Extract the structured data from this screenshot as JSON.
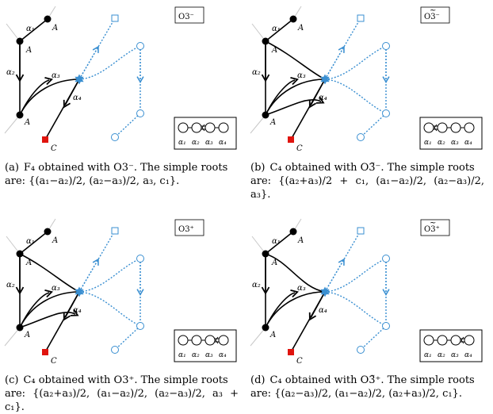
{
  "panels": [
    {
      "id": "a",
      "tag": "O3⁻",
      "tag_decoration": "",
      "caption_prefix": "(a)",
      "caption_line1": "F₄ obtained with O3⁻. The simple roots",
      "caption_line2": "are: {(a₁−a₂)/2, (a₂−a₃)/2, a₃, c₁}.",
      "point_labels": {
        "top": "A",
        "mid": "A",
        "bottom": "A",
        "red": "C"
      },
      "root_labels": [
        "α₁",
        "α₂",
        "α₃",
        "α₄"
      ],
      "dynkin": {
        "labels": [
          "α₁",
          "α₂",
          "α₃",
          "α₄"
        ],
        "double_after": 2
      }
    },
    {
      "id": "b",
      "tag": "O3⁻",
      "tag_decoration": "~",
      "caption_prefix": "(b)",
      "caption_line1": "C₄ obtained with O3̃⁻. The simple roots",
      "caption_line2": "are: {(a₂+a₃)/2 + c₁, (a₁−a₂)/2, (a₂−a₃)/2, a₃}.",
      "point_labels": {
        "top": "A",
        "mid": "A",
        "bottom": "A",
        "red": "C"
      },
      "root_labels": [
        "α₁",
        "α₂",
        "α₃",
        "α₄"
      ],
      "dynkin": {
        "labels": [
          "α₁",
          "α₂",
          "α₃",
          "α₄"
        ],
        "double_after": 1
      }
    },
    {
      "id": "c",
      "tag": "O3⁺",
      "tag_decoration": "",
      "caption_prefix": "(c)",
      "caption_line1": "C₄ obtained with O3⁺. The simple roots",
      "caption_line2": "are: {(a₂+a₃)/2, (a₁−a₂)/2, (a₂−a₃)/2, a₃ + c₁}.",
      "point_labels": {
        "top": "A",
        "mid": "A",
        "bottom": "A",
        "red": "C"
      },
      "root_labels": [
        "α₁",
        "α₂",
        "α₃",
        "α₄"
      ],
      "dynkin": {
        "labels": [
          "α₁",
          "α₂",
          "α₃",
          "α₄"
        ],
        "double_after": 3
      }
    },
    {
      "id": "d",
      "tag": "O3⁺",
      "tag_decoration": "~",
      "caption_prefix": "(d)",
      "caption_line1": "C₄ obtained with O3̃⁺. The simple roots",
      "caption_line2": "are: {(a₂−a₃)/2, (a₁−a₂)/2, (a₂+a₃)/2, c₁}.",
      "point_labels": {
        "top": "A",
        "mid": "A",
        "bottom": "A",
        "red": "C"
      },
      "root_labels": [
        "α₁",
        "α₂",
        "α₃",
        "α₄"
      ],
      "dynkin": {
        "labels": [
          "α₁",
          "α₂",
          "α₃",
          "α₄"
        ],
        "double_after": 3
      }
    }
  ],
  "colors": {
    "black": "#000000",
    "blue": "#3a8fd1",
    "red": "#e0140e",
    "grey": "#c8c8c8"
  }
}
